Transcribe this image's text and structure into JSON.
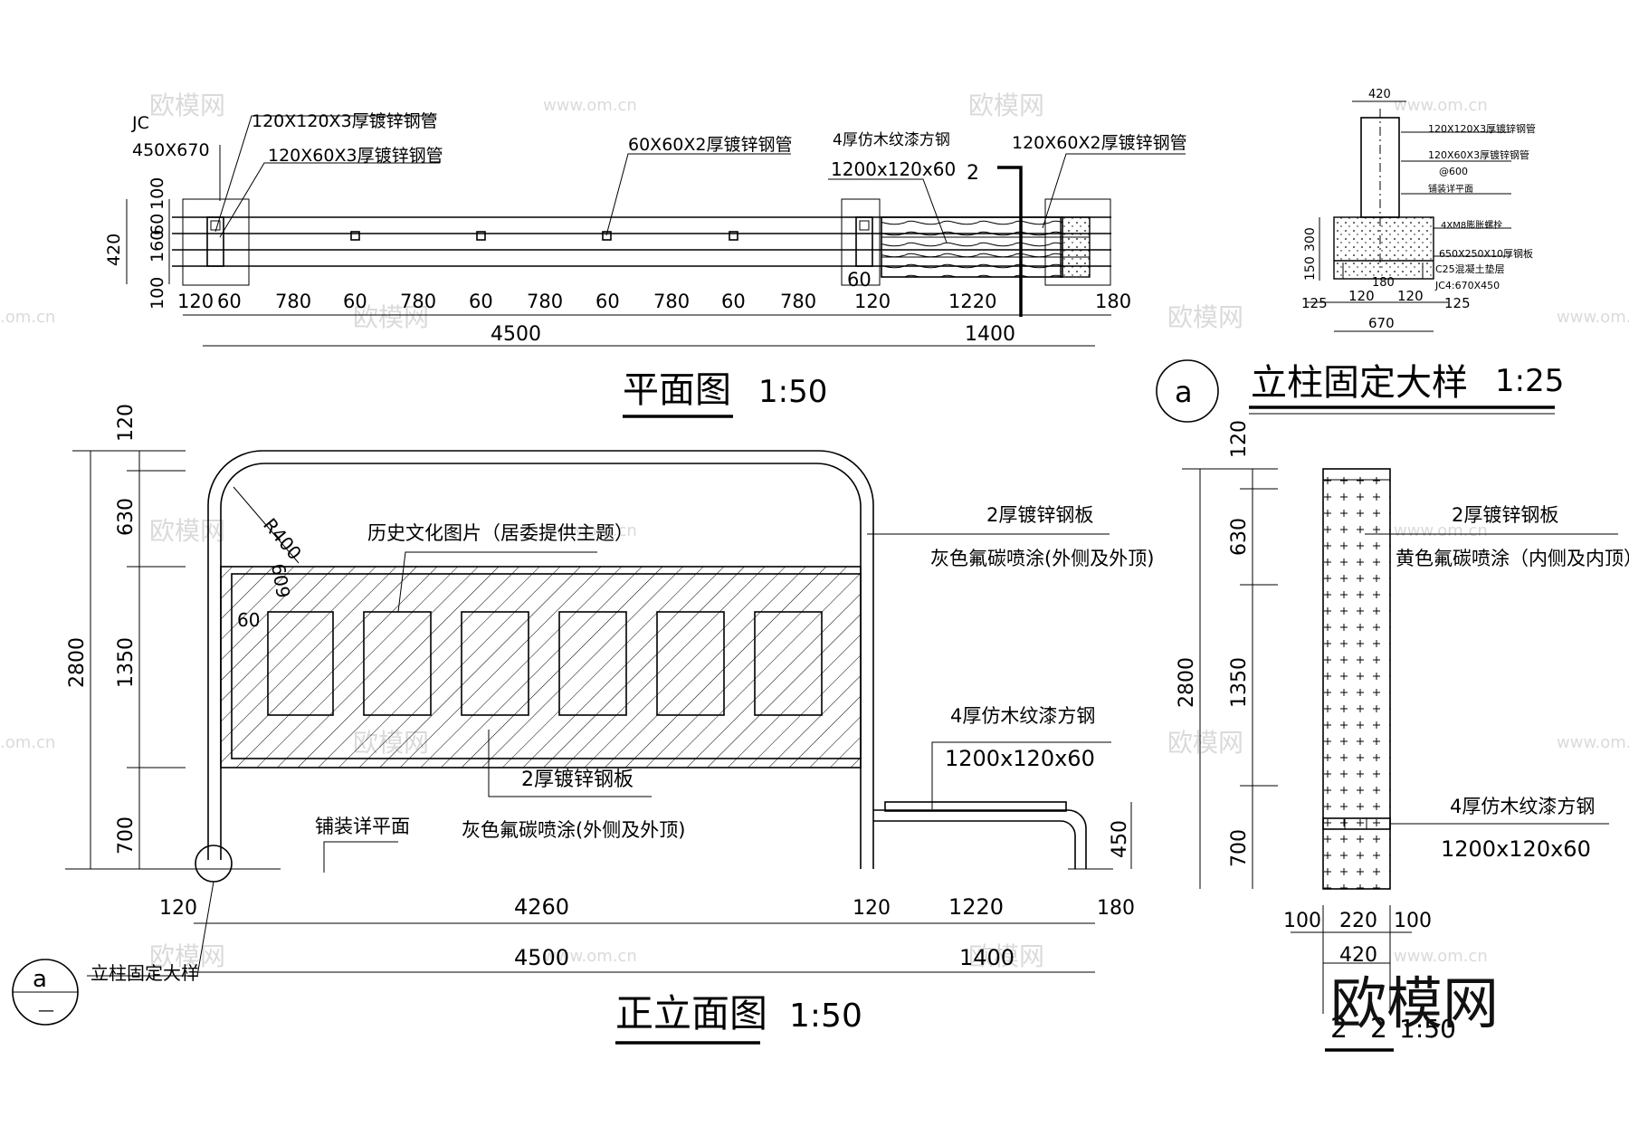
{
  "plan": {
    "title": "平面图",
    "scale": "1:50",
    "labels": {
      "jc": "JC",
      "jc_size": "450X670",
      "pipe_main": "120X120X3厚镀锌钢管",
      "pipe_sub": "120X60X3厚镀锌钢管",
      "pipe_mid": "60X60X2厚镀锌钢管",
      "wood_name": "4厚仿木纹漆方钢",
      "wood_size": "1200x120x60",
      "pipe_seat": "120X60X2厚镀锌钢管",
      "section_mark": "2"
    },
    "dims_v": [
      "100",
      "60",
      "160",
      "100",
      "420"
    ],
    "dims_h": [
      "120",
      "60",
      "780",
      "60",
      "780",
      "60",
      "780",
      "60",
      "780",
      "60",
      "780",
      "120",
      "1220",
      "180",
      "60"
    ],
    "totals": [
      "4500",
      "1400"
    ]
  },
  "detail_a": {
    "title": "立柱固定大样",
    "scale": "1:25",
    "marker": "a",
    "top_dim": "420",
    "notes": [
      "120X120X3厚镀锌钢管",
      "120X60X3厚镀锌钢管",
      "@600",
      "铺装详平面",
      "4XM8膨胀螺栓",
      "650X250X10厚钢板",
      "C25混凝土垫层",
      "JC4:670X450"
    ],
    "dims_v": [
      "300",
      "150"
    ],
    "dims_h": [
      "125",
      "120",
      "120",
      "125",
      "180"
    ],
    "total": "670"
  },
  "elevation": {
    "title": "正立面图",
    "scale": "1:50",
    "dims_v": [
      "120",
      "630",
      "1350",
      "700",
      "2800"
    ],
    "radius": "R400",
    "dim_60": "60",
    "dim_609": "609",
    "photo_note": "历史文化图片（居委提供主题）",
    "plate_note_1": "2厚镀锌钢板",
    "plate_note_2": "灰色氟碳喷涂(外侧及外顶)",
    "panel_note_1": "2厚镀锌钢板",
    "panel_note_2": "灰色氟碳喷涂(外侧及外顶)",
    "seat_note_1": "4厚仿木纹漆方钢",
    "seat_note_2": "1200x120x60",
    "paving_note": "铺装详平面",
    "seat_height": "450",
    "dims_h": [
      "120",
      "4260",
      "120",
      "1220",
      "180"
    ],
    "totals": [
      "4500",
      "1400"
    ],
    "detail_ref_label": "立柱固定大样",
    "detail_ref_marker": "a",
    "detail_ref_dash": "—"
  },
  "section": {
    "title_left": "2",
    "title_right": "2",
    "scale": "1:50",
    "dims_v": [
      "120",
      "630",
      "1350",
      "700",
      "2800"
    ],
    "plate_note_1": "2厚镀锌钢板",
    "plate_note_2": "黄色氟碳喷涂（内侧及内顶）",
    "seat_note_1": "4厚仿木纹漆方钢",
    "seat_note_2": "1200x120x60",
    "dims_h": [
      "100",
      "220",
      "100"
    ],
    "total": "420"
  },
  "watermarks": {
    "logo": "欧模网",
    "url": "www.om.cn",
    "big_logo": "欧模网",
    "partial_url": ".om.cn"
  }
}
